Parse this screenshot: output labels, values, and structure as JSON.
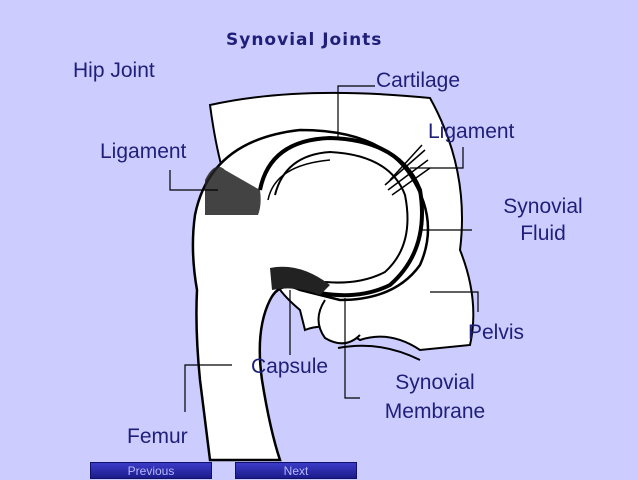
{
  "title": "Synovial Joints",
  "labels": {
    "hip_joint": "Hip Joint",
    "cartilage": "Cartilage",
    "ligament_right": "Ligament",
    "ligament_left": "Ligament",
    "synovial_fluid_1": "Synovial",
    "synovial_fluid_2": "Fluid",
    "pelvis": "Pelvis",
    "capsule": "Capsule",
    "synovial_membrane_1": "Synovial",
    "synovial_membrane_2": "Membrane",
    "femur": "Femur"
  },
  "nav": {
    "previous": "Previous",
    "next": "Next"
  },
  "colors": {
    "background": "#ccccff",
    "text": "#1f1f7a",
    "button": "#2a2aaa"
  }
}
